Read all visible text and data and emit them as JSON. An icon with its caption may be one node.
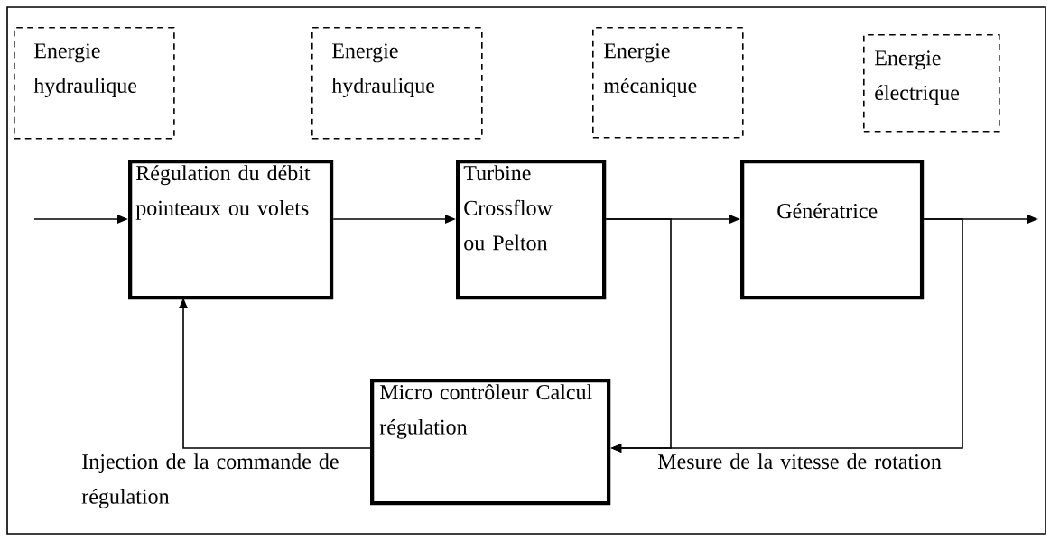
{
  "diagram": {
    "nodes": [
      {
        "text": [
          "Energie hydraulique"
        ]
      },
      {
        "text": [
          "Energie hydraulique"
        ]
      },
      {
        "text": [
          "Energie mécanique"
        ]
      },
      {
        "text": [
          "Energie électrique"
        ]
      },
      {
        "text": [
          "Régulation du débit pointeaux ou volets"
        ]
      },
      {
        "text": [
          "Turbine Crossflow ou Pelton"
        ]
      },
      {
        "text": [
          "Génératrice"
        ]
      },
      {
        "text": [
          "Micro contrôleur Calcul régulation"
        ]
      }
    ],
    "edges": [
      {
        "from": null,
        "to": 4,
        "arrow": "to"
      },
      {
        "from": 4,
        "to": 5,
        "arrow": "to"
      },
      {
        "from": 5,
        "to": 6,
        "arrow": "to"
      },
      {
        "from": 6,
        "to": null,
        "arrow": "to"
      },
      {
        "from": 5,
        "to": 7,
        "arrow": "to"
      },
      {
        "from": 6,
        "to": 7,
        "arrow": "to"
      },
      {
        "from": 7,
        "to": 4,
        "arrow": "to"
      }
    ],
    "labels": [
      "Injection de la commande de régulation",
      "Mesure de la vitesse de rotation"
    ]
  }
}
